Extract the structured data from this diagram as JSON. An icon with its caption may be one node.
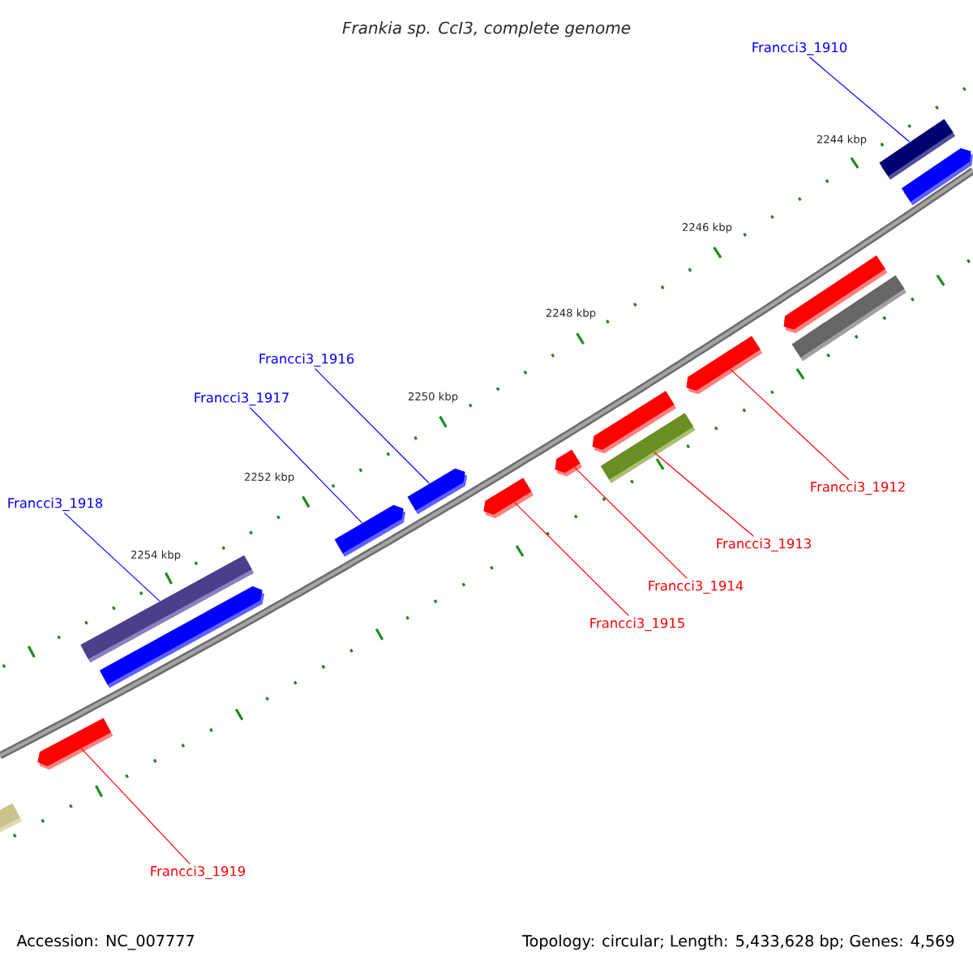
{
  "diagram": {
    "title": "Frankia sp. CcI3, complete genome",
    "nodes": [
      {
        "text": [
          "Francci3_1910"
        ]
      },
      {
        "text": [
          "Francci3_1916"
        ]
      },
      {
        "text": [
          "Francci3_1917"
        ]
      },
      {
        "text": [
          "Francci3_1912"
        ]
      },
      {
        "text": [
          "Francci3_1918"
        ]
      },
      {
        "text": [
          "Francci3_1913"
        ]
      },
      {
        "text": [
          "Francci3_1914"
        ]
      },
      {
        "text": [
          "Francci3_1915"
        ]
      },
      {
        "text": [
          "Francci3_1919"
        ]
      },
      {
        "text": [],
        "shape": "box"
      },
      {
        "text": [],
        "shape": "pentagon"
      },
      {
        "text": [],
        "shape": "box"
      },
      {
        "text": [],
        "shape": "pentagon"
      },
      {
        "text": [],
        "shape": "pentagon"
      },
      {
        "text": [],
        "shape": "pentagon"
      },
      {
        "text": [],
        "shape": "pentagon"
      },
      {
        "text": [],
        "shape": "pentagon"
      },
      {
        "text": [],
        "shape": "pentagon"
      },
      {
        "text": [],
        "shape": "box"
      },
      {
        "text": [],
        "shape": "pentagon"
      },
      {
        "text": [],
        "shape": "pentagon"
      },
      {
        "text": [],
        "shape": "box"
      },
      {
        "text": [],
        "shape": "box"
      },
      {
        "text": [],
        "shape": "pentagon"
      }
    ],
    "edges": [
      {
        "from": 0,
        "to": 22,
        "arrow": "none",
        "color": "#0000ff"
      },
      {
        "from": 1,
        "to": 14,
        "arrow": "none",
        "color": "#0000ff"
      },
      {
        "from": 2,
        "to": 13,
        "arrow": "none",
        "color": "#0000ff"
      },
      {
        "from": 3,
        "to": 19,
        "arrow": "none"
      },
      {
        "from": 4,
        "to": 11,
        "arrow": "none",
        "color": "#0000ff"
      },
      {
        "from": 5,
        "to": 18,
        "arrow": "none"
      },
      {
        "from": 6,
        "to": 16,
        "arrow": "none"
      },
      {
        "from": 7,
        "to": 15,
        "arrow": "none"
      },
      {
        "from": 8,
        "to": 10,
        "arrow": "none"
      }
    ],
    "labels": [
      "2244 kbp",
      "2246 kbp",
      "2248 kbp",
      "2250 kbp",
      "2252 kbp",
      "2254 kbp",
      "Accession: NC_007777",
      "Topology: circular; Length: 5,433,628 bp; Genes: 4,569"
    ]
  }
}
